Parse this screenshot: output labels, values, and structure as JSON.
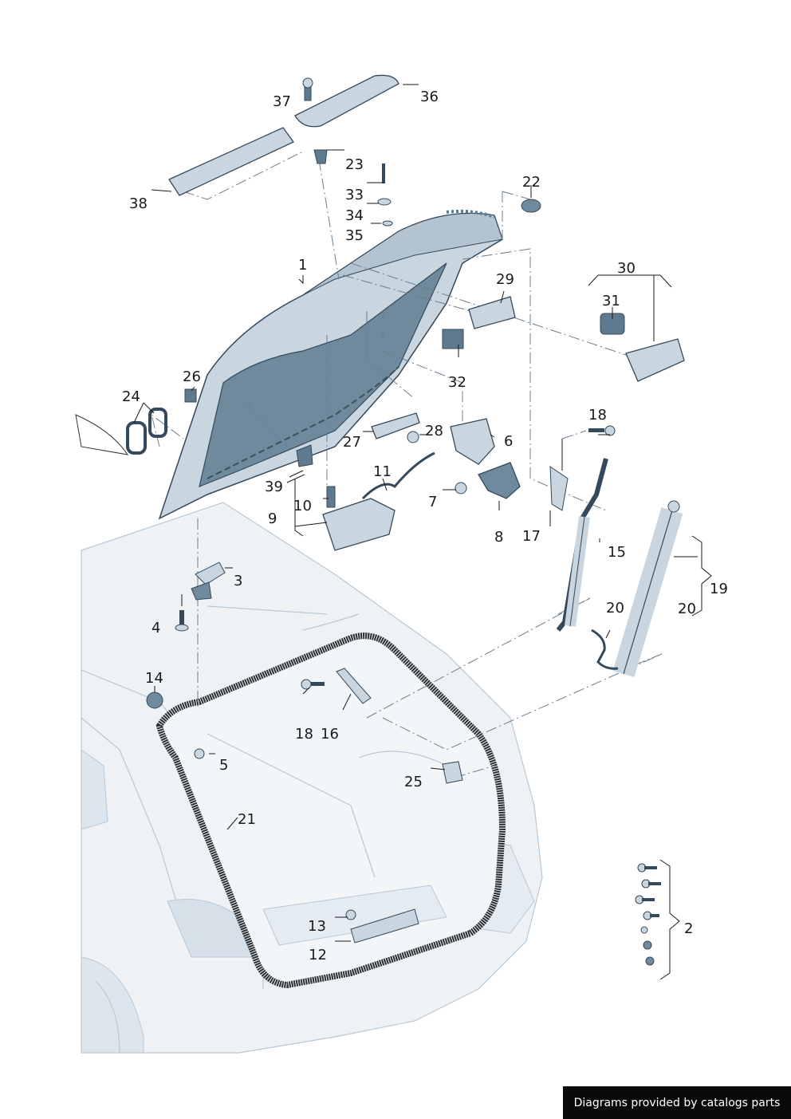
{
  "callouts": [
    {
      "id": "1",
      "label": "1"
    },
    {
      "id": "2",
      "label": "2"
    },
    {
      "id": "3",
      "label": "3"
    },
    {
      "id": "4",
      "label": "4"
    },
    {
      "id": "5",
      "label": "5"
    },
    {
      "id": "6",
      "label": "6"
    },
    {
      "id": "7",
      "label": "7"
    },
    {
      "id": "8",
      "label": "8"
    },
    {
      "id": "9",
      "label": "9"
    },
    {
      "id": "10",
      "label": "10"
    },
    {
      "id": "11",
      "label": "11"
    },
    {
      "id": "12",
      "label": "12"
    },
    {
      "id": "13",
      "label": "13"
    },
    {
      "id": "14",
      "label": "14"
    },
    {
      "id": "15",
      "label": "15"
    },
    {
      "id": "16",
      "label": "16"
    },
    {
      "id": "17",
      "label": "17"
    },
    {
      "id": "18a",
      "label": "18"
    },
    {
      "id": "18b",
      "label": "18"
    },
    {
      "id": "19",
      "label": "19"
    },
    {
      "id": "20a",
      "label": "20"
    },
    {
      "id": "20b",
      "label": "20"
    },
    {
      "id": "21",
      "label": "21"
    },
    {
      "id": "22",
      "label": "22"
    },
    {
      "id": "23",
      "label": "23"
    },
    {
      "id": "24",
      "label": "24"
    },
    {
      "id": "25",
      "label": "25"
    },
    {
      "id": "26",
      "label": "26"
    },
    {
      "id": "27",
      "label": "27"
    },
    {
      "id": "28",
      "label": "28"
    },
    {
      "id": "29",
      "label": "29"
    },
    {
      "id": "30",
      "label": "30"
    },
    {
      "id": "31",
      "label": "31"
    },
    {
      "id": "32",
      "label": "32"
    },
    {
      "id": "33",
      "label": "33"
    },
    {
      "id": "34",
      "label": "34"
    },
    {
      "id": "35",
      "label": "35"
    },
    {
      "id": "36",
      "label": "36"
    },
    {
      "id": "37",
      "label": "37"
    },
    {
      "id": "38",
      "label": "38"
    },
    {
      "id": "39",
      "label": "39"
    }
  ],
  "credit": "Diagrams provided by catalogs parts",
  "colors": {
    "ink": "#1a1a1a",
    "part_fill": "#c9d6e0",
    "part_dark": "#5e7a8e",
    "body_fill": "#eef2f5",
    "glass_fill": "#6f8a9c",
    "seal": "#2a2f33"
  }
}
